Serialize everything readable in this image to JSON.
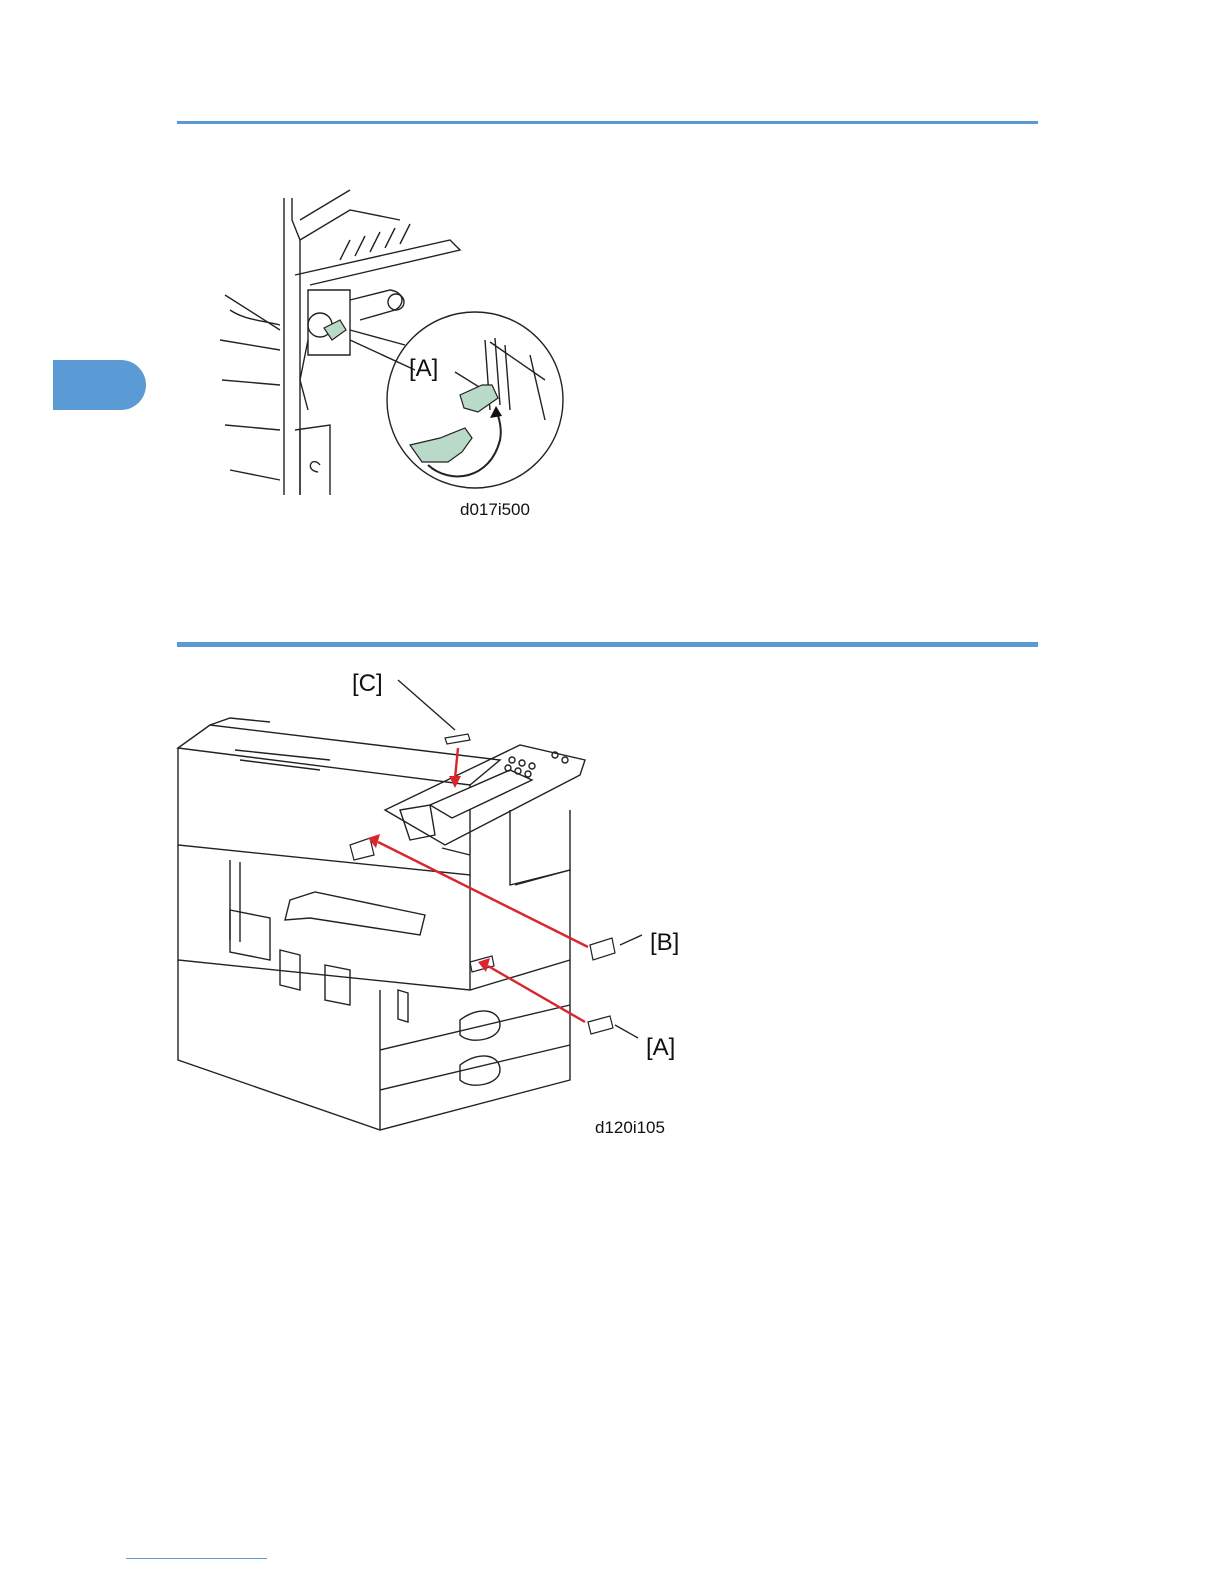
{
  "figure1": {
    "callout_a": "[A]",
    "figure_id": "d017i500"
  },
  "figure2": {
    "callout_a": "[A]",
    "callout_b": "[B]",
    "callout_c": "[C]",
    "figure_id": "d120i105"
  },
  "colors": {
    "accent": "#5b9bd5",
    "part_highlight": "#b9d9c9",
    "arrow": "#d9252b"
  },
  "icons": {
    "chapter_tab": "chapter-tab-marker"
  }
}
